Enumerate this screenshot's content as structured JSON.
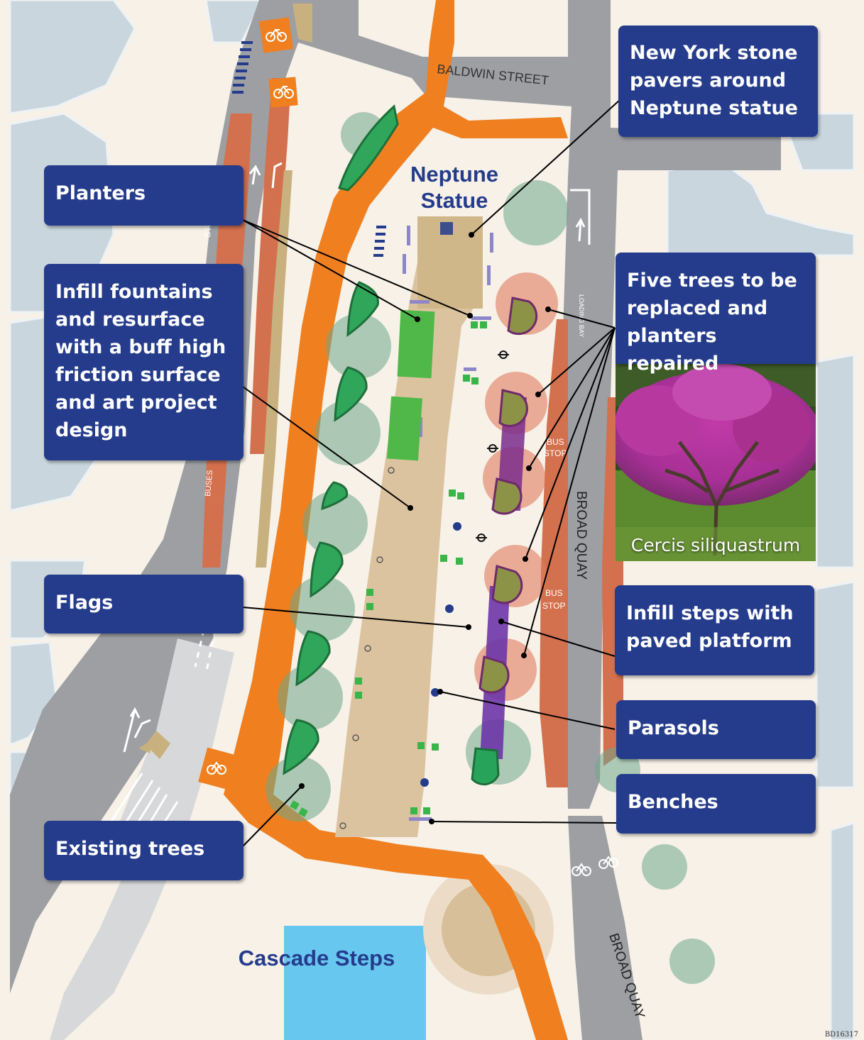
{
  "map": {
    "streets": {
      "baldwin_street": "BALDWIN STREET",
      "broad_quay_1": "BROAD QUAY",
      "broad_quay_2": "BROAD QUAY"
    },
    "places": {
      "neptune_line1": "Neptune",
      "neptune_line2": "Statue",
      "cascade_steps": "Cascade Steps"
    },
    "road_markings": {
      "stop": "STOP",
      "buses": "BUSES",
      "bus_stop_1_l1": "BUS",
      "bus_stop_1_l2": "STOP",
      "bus_stop_2_l1": "BUS",
      "bus_stop_2_l2": "STOP",
      "loading_bay": "LOADING BAY"
    },
    "reference_code": "BD16317",
    "colors": {
      "callout_bg": "#253c8c",
      "cycle_route": "#f07f1f",
      "road": "#9d9fa3",
      "paving": "#dcc3a0",
      "pavement": "#f7f1e8",
      "buildings": "#c9d6de",
      "water": "#67c7ef",
      "bus_lane": "#d3704e"
    }
  },
  "callouts": {
    "paving": "New York stone\npavers around\nNeptune statue",
    "planters": "Planters",
    "infill_fountains": "Infill fountains\nand resurface\nwith a buff high\nfriction surface\nand art project\ndesign",
    "trees": "Five trees to be\nreplaced and\nplanters repaired",
    "flags": "Flags",
    "steps": "Infill steps with\npaved platform",
    "parasols": "Parasols",
    "benches": "Benches",
    "existing_trees": "Existing trees"
  },
  "photo": {
    "caption": "Cercis siliquastrum"
  }
}
